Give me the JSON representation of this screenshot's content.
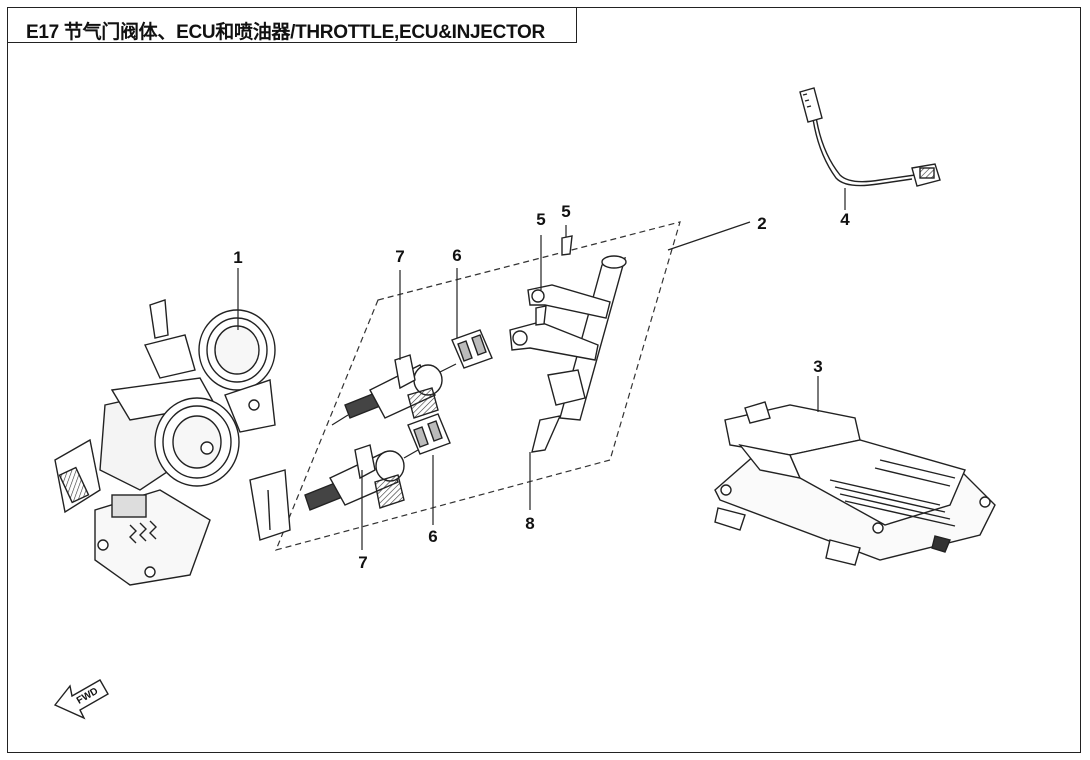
{
  "title": "E17 节气门阀体、ECU和喷油器/THROTTLE,ECU&INJECTOR",
  "callouts": {
    "throttle_body": "1",
    "fuel_rail_assembly": "2",
    "ecu": "3",
    "sensor_cable": "4",
    "screw_top": "5",
    "screw_left": "5",
    "connector_upper": "6",
    "connector_lower": "6",
    "injector_upper": "7",
    "injector_lower": "7",
    "fuel_hose": "8"
  },
  "fwd_label": "FWD"
}
